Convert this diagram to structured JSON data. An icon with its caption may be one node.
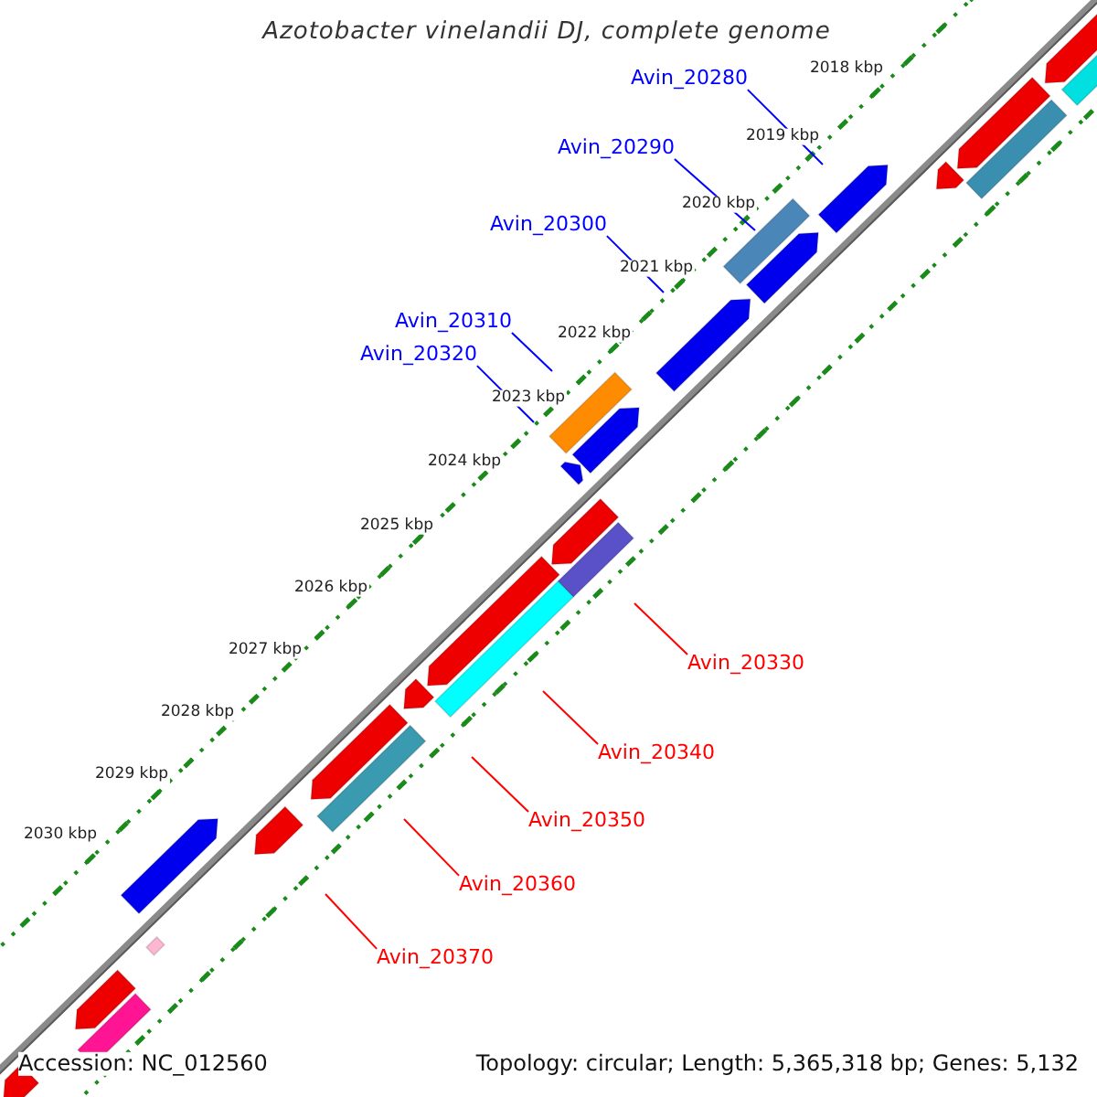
{
  "diagram": {
    "title": "Azotobacter vinelandii DJ, complete genome",
    "nodes": [
      {
        "text": [
          "Avin_20280"
        ]
      },
      {
        "text": [
          "Avin_20290"
        ]
      },
      {
        "text": [
          "Avin_20300"
        ]
      },
      {
        "text": [
          "Avin_20310"
        ]
      },
      {
        "text": [
          "Avin_20320"
        ]
      },
      {
        "text": [
          "Avin_20330"
        ]
      },
      {
        "text": [
          "Avin_20340"
        ]
      },
      {
        "text": [
          "Avin_20350"
        ]
      },
      {
        "text": [
          "Avin_20360"
        ]
      },
      {
        "text": [
          "Avin_20370"
        ]
      }
    ],
    "edges": [
      {
        "from": 0,
        "to": null,
        "arrow": "none",
        "color": "#0000ff"
      },
      {
        "from": 1,
        "to": null,
        "arrow": "none",
        "color": "#0000ff"
      },
      {
        "from": 2,
        "to": null,
        "arrow": "none",
        "color": "#0000ff"
      },
      {
        "from": 3,
        "to": null,
        "arrow": "none",
        "color": "#0000ff"
      },
      {
        "from": 4,
        "to": null,
        "arrow": "none",
        "color": "#0000ff"
      },
      {
        "from": 5,
        "to": null,
        "arrow": "none",
        "color": "#ff0000"
      },
      {
        "from": 6,
        "to": null,
        "arrow": "none",
        "color": "#ff0000"
      },
      {
        "from": 7,
        "to": null,
        "arrow": "none",
        "color": "#ff0000"
      },
      {
        "from": 8,
        "to": null,
        "arrow": "none",
        "color": "#ff0000"
      },
      {
        "from": 9,
        "to": null,
        "arrow": "none",
        "color": "#ff0000"
      }
    ],
    "labels": [
      "2018 kbp",
      "2019 kbp",
      "2020 kbp",
      "2021 kbp",
      "2022 kbp",
      "2023 kbp",
      "2024 kbp",
      "2025 kbp",
      "2026 kbp",
      "2027 kbp",
      "2028 kbp",
      "2029 kbp",
      "2030 kbp",
      "Accession: NC_012560",
      "Topology: circular; Length: 5,365,318 bp; Genes: 5,132"
    ]
  }
}
